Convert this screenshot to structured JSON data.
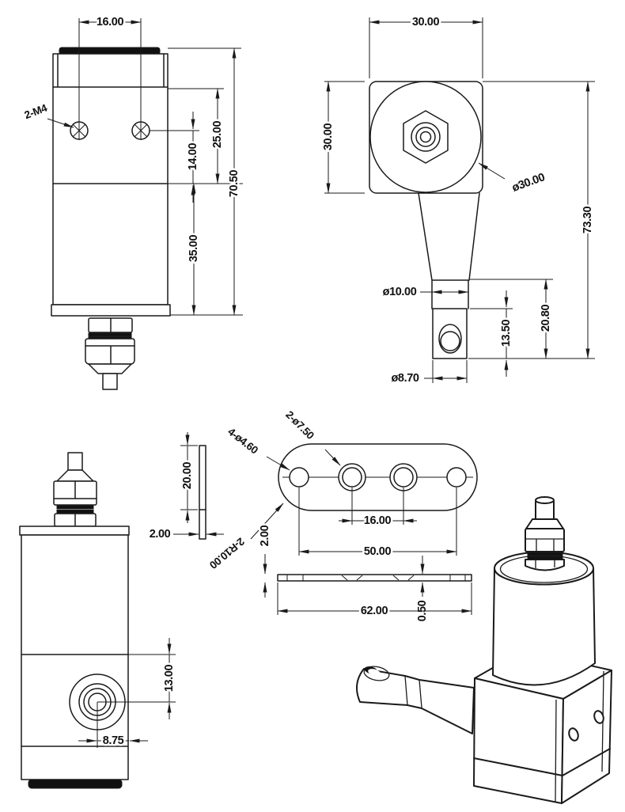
{
  "colors": {
    "line": "#1a1a1a",
    "background": "#ffffff",
    "dark_fill": "#111111"
  },
  "labels": {
    "front_hole_spacing": "16.00",
    "front_thread_callout": "2-M4",
    "front_hole_depth": "14.00",
    "front_upper_section": "25.00",
    "front_total_height": "70.50",
    "front_lower_section": "35.00",
    "side_width": "30.00",
    "side_height": "30.00",
    "side_face_diameter": "ø30.00",
    "side_total_height": "73.30",
    "side_neck_diameter": "ø10.00",
    "side_tip_length": "13.50",
    "side_tip_total": "20.80",
    "side_tip_diameter": "ø8.70",
    "bracket_leg_height": "20.00",
    "bracket_leg_thickness": "2.00",
    "bracket_small_hole_callout": "4-ø4.60",
    "bracket_large_hole_callout": "2-ø7.50",
    "bracket_radius_callout": "2-R10.00",
    "bracket_plate_thickness": "2.00",
    "bracket_inner_hole_spacing": "16.00",
    "bracket_outer_hole_spacing": "50.00",
    "bracket_length": "62.00",
    "bracket_recess_depth": "0.50",
    "rear_offset_vertical": "13.00",
    "rear_offset_horizontal": "8.75"
  }
}
